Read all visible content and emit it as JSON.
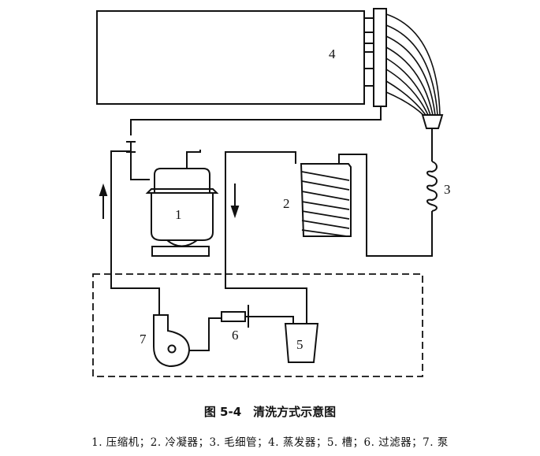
{
  "figure": {
    "title": "图 5-4　清洗方式示意图",
    "legend": "1. 压缩机；2. 冷凝器；3. 毛细管；4. 蒸发器；5. 槽；6. 过滤器；7. 泵"
  },
  "labels": {
    "compressor": "1",
    "condenser": "2",
    "capillary": "3",
    "evaporator": "4",
    "tank": "5",
    "filter": "6",
    "pump": "7"
  }
}
